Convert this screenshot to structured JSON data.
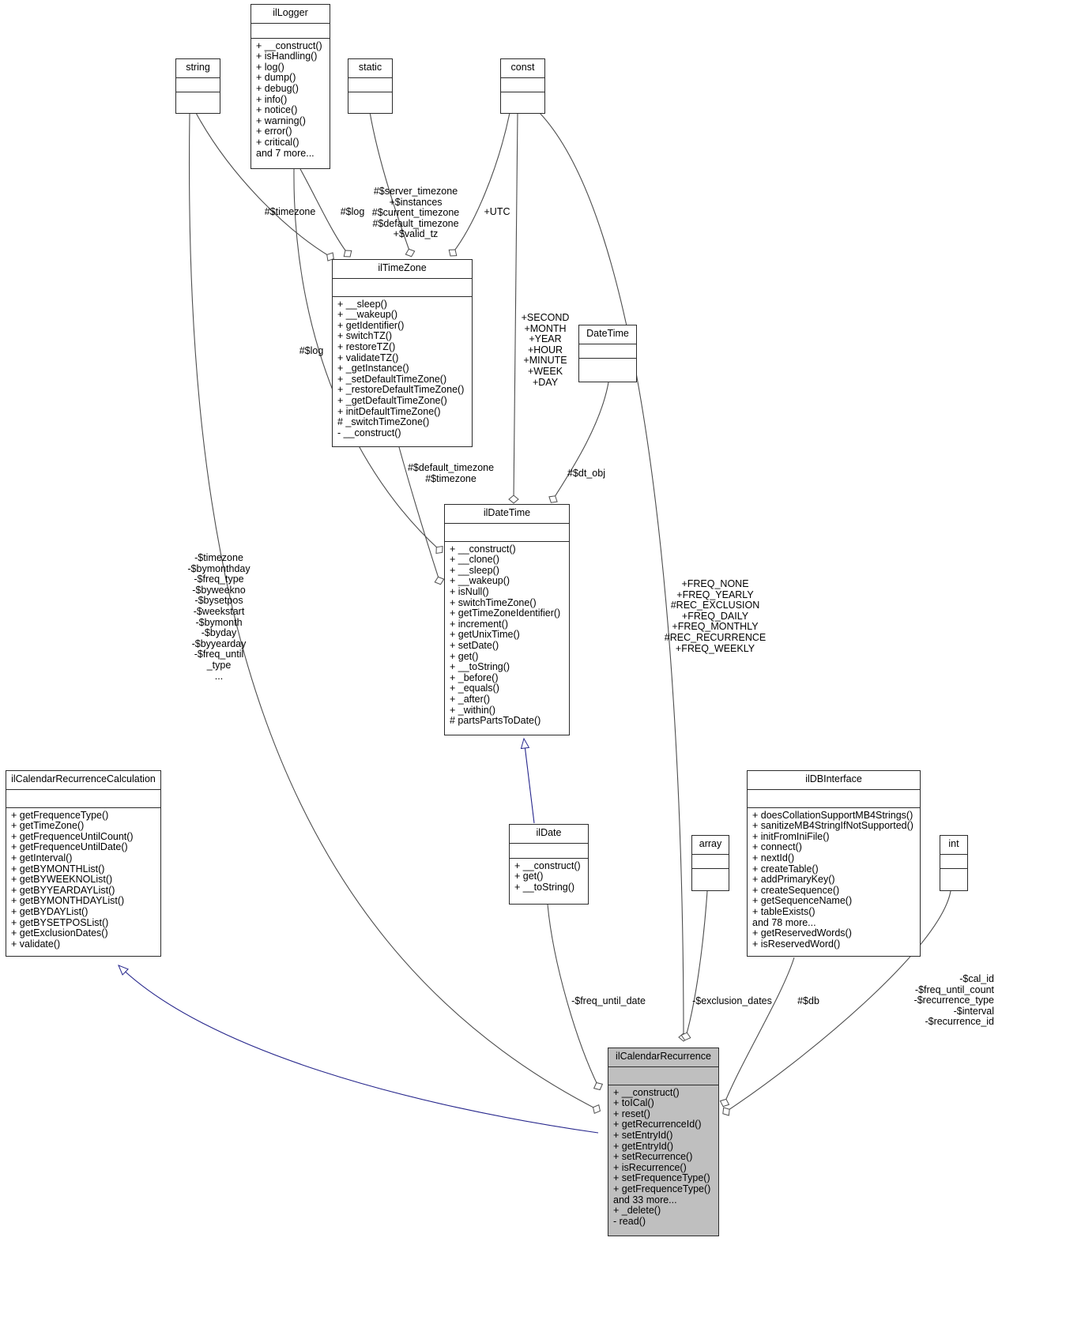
{
  "diagram": {
    "title": "ilCalendarRecurrence collaboration diagram",
    "type": "uml-class-collaboration"
  },
  "nodes": {
    "string": {
      "name": "string",
      "attributes": [],
      "operations": []
    },
    "static": {
      "name": "static",
      "attributes": [],
      "operations": []
    },
    "const": {
      "name": "const",
      "attributes": [],
      "operations": []
    },
    "datetime": {
      "name": "DateTime",
      "attributes": [],
      "operations": []
    },
    "array": {
      "name": "array",
      "attributes": [],
      "operations": []
    },
    "int": {
      "name": "int",
      "attributes": [],
      "operations": []
    },
    "illogger": {
      "name": "ilLogger",
      "attributes": [],
      "operations": [
        "+ __construct()",
        "+ isHandling()",
        "+ log()",
        "+ dump()",
        "+ debug()",
        "+ info()",
        "+ notice()",
        "+ warning()",
        "+ error()",
        "+ critical()",
        "and 7 more..."
      ]
    },
    "iltimezone": {
      "name": "ilTimeZone",
      "attributes": [],
      "operations": [
        "+ __sleep()",
        "+ __wakeup()",
        "+ getIdentifier()",
        "+ switchTZ()",
        "+ restoreTZ()",
        "+ validateTZ()",
        "+ _getInstance()",
        "+ _setDefaultTimeZone()",
        "+ _restoreDefaultTimeZone()",
        "+ _getDefaultTimeZone()",
        "+ initDefaultTimeZone()",
        "#  _switchTimeZone()",
        "-  __construct()"
      ]
    },
    "ildatetime": {
      "name": "ilDateTime",
      "attributes": [],
      "operations": [
        "+ __construct()",
        "+ __clone()",
        "+ __sleep()",
        "+ __wakeup()",
        "+ isNull()",
        "+ switchTimeZone()",
        "+ getTimeZoneIdentifier()",
        "+ increment()",
        "+ getUnixTime()",
        "+ setDate()",
        "+ get()",
        "+ __toString()",
        "+ _before()",
        "+ _equals()",
        "+ _after()",
        "+ _within()",
        "# partsPartsToDate()"
      ]
    },
    "ildate": {
      "name": "ilDate",
      "attributes": [],
      "operations": [
        "+ __construct()",
        "+ get()",
        "+ __toString()"
      ]
    },
    "ilcalendarrecurrencecalculation": {
      "name": "ilCalendarRecurrenceCalculation",
      "attributes": [],
      "operations": [
        "+ getFrequenceType()",
        "+ getTimeZone()",
        "+ getFrequenceUntilCount()",
        "+ getFrequenceUntilDate()",
        "+ getInterval()",
        "+ getBYMONTHList()",
        "+ getBYWEEKNOList()",
        "+ getBYYEARDAYList()",
        "+ getBYMONTHDAYList()",
        "+ getBYDAYList()",
        "+ getBYSETPOSList()",
        "+ getExclusionDates()",
        "+ validate()"
      ]
    },
    "ildbinterface": {
      "name": "ilDBInterface",
      "attributes": [],
      "operations": [
        "+ doesCollationSupportMB4Strings()",
        "+ sanitizeMB4StringIfNotSupported()",
        "+ initFromIniFile()",
        "+ connect()",
        "+ nextId()",
        "+ createTable()",
        "+ addPrimaryKey()",
        "+ createSequence()",
        "+ getSequenceName()",
        "+ tableExists()",
        "and 78 more...",
        "+ getReservedWords()",
        "+ isReservedWord()"
      ]
    },
    "ilcalendarrecurrence": {
      "name": "ilCalendarRecurrence",
      "attributes": [],
      "operations": [
        "+ __construct()",
        "+ toICal()",
        "+ reset()",
        "+ getRecurrenceId()",
        "+ setEntryId()",
        "+ getEntryId()",
        "+ setRecurrence()",
        "+ isRecurrence()",
        "+ setFrequenceType()",
        "+ getFrequenceType()",
        "and 33 more...",
        "+ _delete()",
        "- read()"
      ]
    }
  },
  "edge_labels": {
    "timezone_logger": "#$timezone",
    "log_logger": "#$log",
    "const_tz_block": "#$server_timezone\n+$instances\n#$current_timezone\n#$default_timezone\n+$valid_tz",
    "utc": "+UTC",
    "log_datetime": "#$log",
    "const_datetime_block": "+SECOND\n+MONTH\n+YEAR\n+HOUR\n+MINUTE\n+WEEK\n+DAY",
    "tz_datetime": "#$default_timezone\n#$timezone",
    "dt_obj": "#$dt_obj",
    "string_recurrence_block": "-$timezone\n-$bymonthday\n-$freq_type\n-$byweekno\n-$bysetpos\n-$weekstart\n-$bymonth\n-$byday\n-$byyearday\n-$freq_until\n_type\n...",
    "const_recurrence_block": "+FREQ_NONE\n+FREQ_YEARLY\n#REC_EXCLUSION\n+FREQ_DAILY\n+FREQ_MONTHLY\n#REC_RECURRENCE\n+FREQ_WEEKLY",
    "freq_until_date": "-$freq_until_date",
    "exclusion_dates": "-$exclusion_dates",
    "db": "#$db",
    "int_recurrence_block": "-$cal_id\n-$freq_until_count\n-$recurrence_type\n-$interval\n-$recurrence_id"
  },
  "colors": {
    "node_border": "#2b2b2b",
    "node_fill": "#ffffff",
    "highlight_fill": "#bfbfbf",
    "edge": "#4d4d4d",
    "inheritance_edge": "#26268c"
  }
}
